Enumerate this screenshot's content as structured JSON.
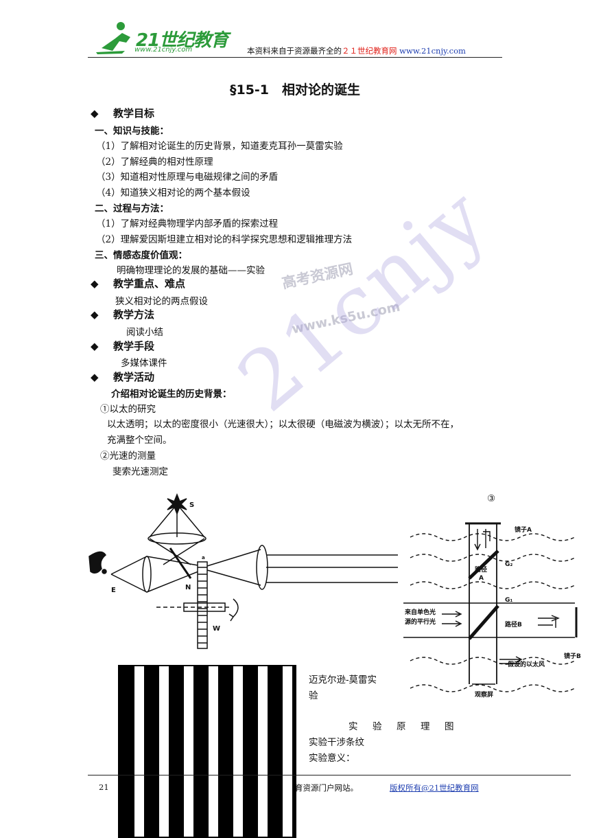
{
  "header": {
    "logo_text": "21世纪教育",
    "logo_url": "www.21cnjy.com",
    "note_prefix": "本资料来自于资源最齐全的",
    "note_site": "２１世纪教育网",
    "note_url": "www.21cnjy.com"
  },
  "title": "§15-1　相对论的诞生",
  "sections": {
    "goals_title": "教学目标",
    "knowledge_title": "一、知识与技能：",
    "knowledge_items": [
      "（1）了解相对论诞生的历史背景，知道麦克耳孙一莫雷实验",
      "（2）了解经典的相对性原理",
      "（3）知道相对性原理与电磁规律之间的矛盾",
      "（4）知道狭义相对论的两个基本假设"
    ],
    "process_title": "二、过程与方法：",
    "process_items": [
      "（1）了解对经典物理学内部矛盾的探索过程",
      "（2）理解爱因斯坦建立相对论的科学探究思想和逻辑推理方法"
    ],
    "emotion_title": "三、情感态度价值观：",
    "emotion_text": "明确物理理论的发展的基础——实验",
    "key_title": "教学重点、难点",
    "key_text": "狭义相对论的两点假设",
    "method_title": "教学方法",
    "method_text": "阅读小结",
    "means_title": "教学手段",
    "means_text": "多媒体课件",
    "activity_title": "教学活动",
    "activity_sub": "介绍相对论诞生的历史背景：",
    "ether_title": "①以太的研究",
    "ether_text1": "以太透明；以太的密度很小（光速很大）；以太很硬（电磁波为横波）；以太无所不在，",
    "ether_text2": "充满整个空间。",
    "light_title": "②光速的测量",
    "light_text": "斐索光速测定",
    "circled3": "③"
  },
  "fizeau_labels": {
    "s": "S",
    "e": "E",
    "n": "N",
    "w": "W",
    "a": "a"
  },
  "mm_labels": {
    "mirror_a": "镜子A",
    "mirror_b": "镜子B",
    "g2": "G₂",
    "g1": "G₁",
    "path_a_1": "路径",
    "path_a_2": "A",
    "path_b": "路径B",
    "source_1": "来自单色光",
    "source_2": "源的平行光",
    "ether_wind": "假设的以太风",
    "screen": "观察屏"
  },
  "captions": {
    "mm_1": "迈克尔逊-莫雷实",
    "mm_2": "验",
    "principle": "实　验　原　理　图",
    "fringes": "实验干涉条纹",
    "meaning": "实验意义："
  },
  "watermarks": {
    "gk": "高考资源网",
    "ks5u": "www.ks5u.com",
    "big": "21cnjy"
  },
  "footer": {
    "left": "21",
    "mid": "育资源门户网站。",
    "right": "版权所有@21世纪教育网"
  }
}
